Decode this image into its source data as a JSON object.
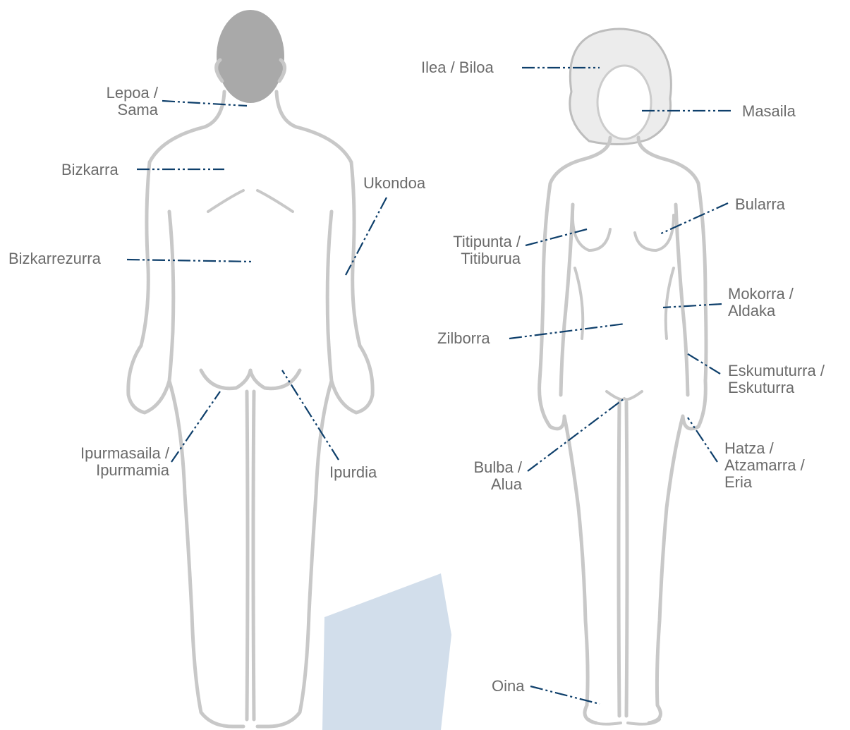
{
  "figures": {
    "back_view": "male back silhouette",
    "front_view": "female front silhouette"
  },
  "labels": {
    "lepoa": [
      "Lepoa /",
      "Sama"
    ],
    "bizkarra": [
      "Bizkarra"
    ],
    "ukondoa": [
      "Ukondoa"
    ],
    "bizkarrezurra": [
      "Bizkarrezurra"
    ],
    "ipurmasaila": [
      "Ipurmasaila /",
      "Ipurmamia"
    ],
    "ipurdia": [
      "Ipurdia"
    ],
    "ilea": [
      "Ilea / Biloa"
    ],
    "masaila": [
      "Masaila"
    ],
    "bularra": [
      "Bularra"
    ],
    "titipunta": [
      "Titipunta /",
      "Titiburua"
    ],
    "mokorra": [
      "Mokorra /",
      "Aldaka"
    ],
    "zilborra": [
      "Zilborra"
    ],
    "eskumuturra": [
      "Eskumuturra /",
      "Eskuturra"
    ],
    "hatza": [
      "Hatza /",
      "Atzamarra /",
      "Eria"
    ],
    "bulba": [
      "Bulba /",
      "Alua"
    ],
    "oina": [
      "Oina"
    ]
  },
  "colors": {
    "leader_line": "#0e3f6b",
    "label_text": "#6b6b6b",
    "body_outline": "#c8c8c8",
    "head_fill": "#a9a9a9",
    "accent_block": "#d2deeb"
  }
}
